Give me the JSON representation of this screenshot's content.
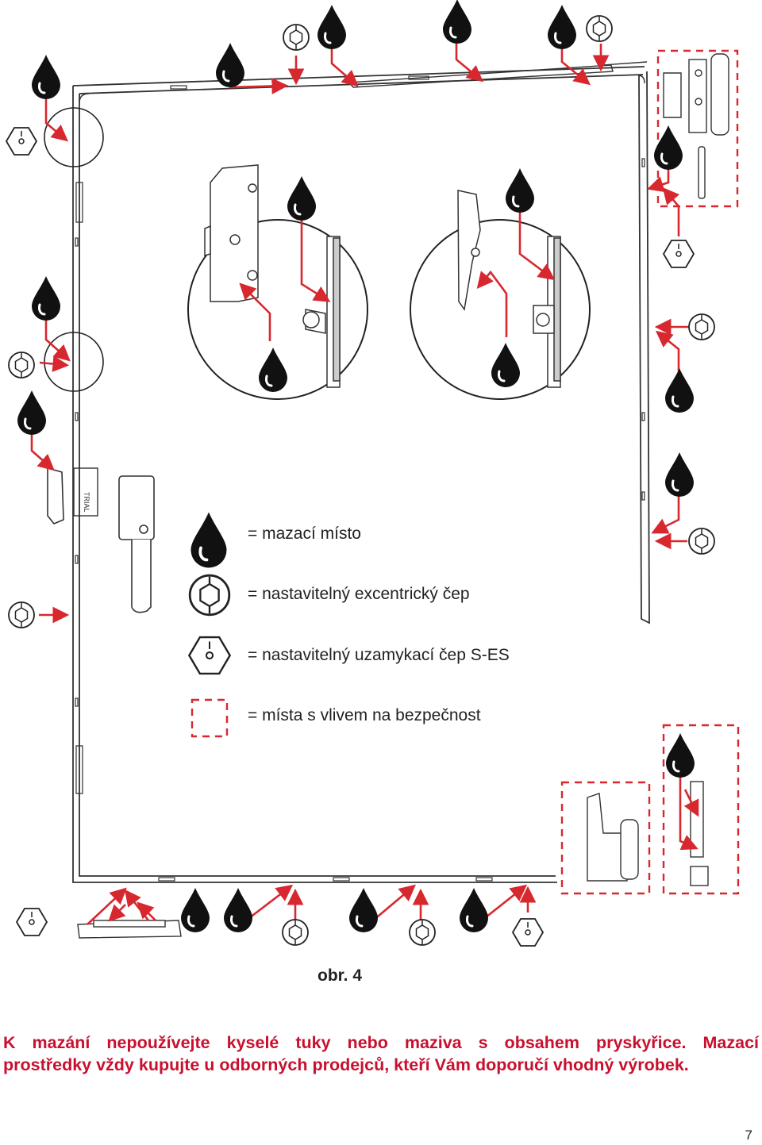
{
  "legend": {
    "lubrication_point": "= mazací místo",
    "eccentric_pin": "= nastavitelný excentrický čep",
    "locking_pin": "= nastavitelný uzamykací čep S-ES",
    "safety_places": "= místa s vlivem na bezpečnost"
  },
  "figure": {
    "caption": "obr. 4",
    "handle_marking": "TRIAL"
  },
  "warning": {
    "line1": "K mazání nepoužívejte kyselé tuky nebo maziva s obsahem pryskyřice. Mazací",
    "line2": "prostředky vždy kupujte u odborných prodejců, kteří Vám doporučí vhodný výrobek."
  },
  "page_number": "7",
  "colors": {
    "accent_red": "#d7282f",
    "ink": "#111111"
  },
  "icons": [
    "oil-drop-icon",
    "eccentric-pin-icon",
    "locking-pin-icon",
    "safety-area-icon"
  ]
}
